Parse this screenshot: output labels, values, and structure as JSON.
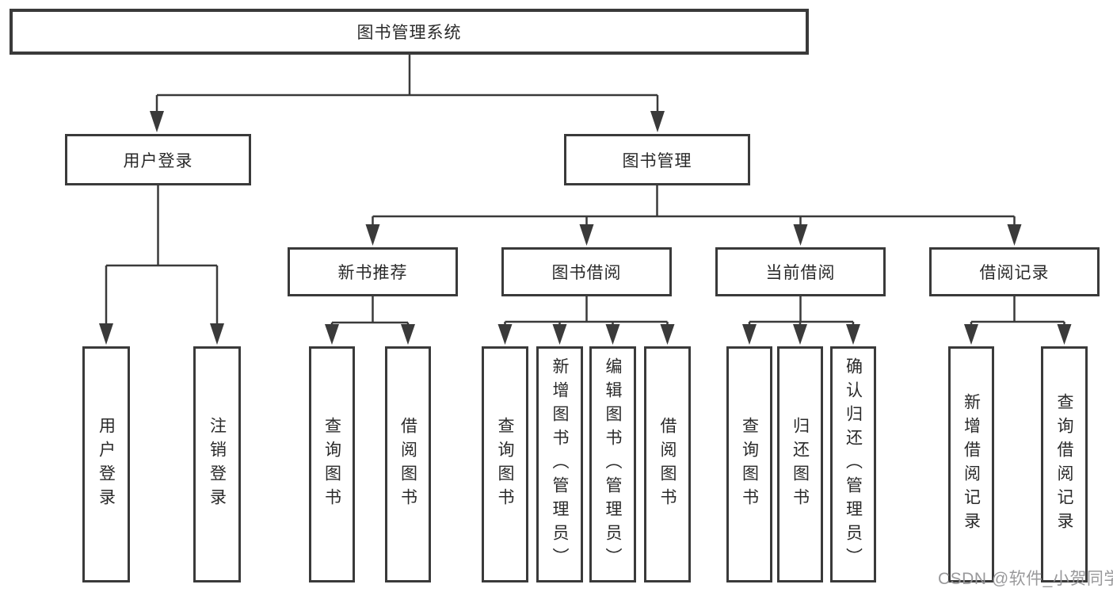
{
  "diagram": {
    "root": {
      "label": "图书管理系统"
    },
    "level2": [
      {
        "label": "用户登录"
      },
      {
        "label": "图书管理"
      }
    ],
    "level3": [
      {
        "label": "新书推荐",
        "parent": "图书管理"
      },
      {
        "label": "图书借阅",
        "parent": "图书管理"
      },
      {
        "label": "当前借阅",
        "parent": "图书管理"
      },
      {
        "label": "借阅记录",
        "parent": "图书管理"
      }
    ],
    "leaves": [
      {
        "label": "用户登录",
        "parent": "用户登录"
      },
      {
        "label": "注销登录",
        "parent": "用户登录"
      },
      {
        "label": "查询图书",
        "parent": "新书推荐"
      },
      {
        "label": "借阅图书",
        "parent": "新书推荐"
      },
      {
        "label": "查询图书",
        "parent": "图书借阅"
      },
      {
        "label": "新增图书（管理员）",
        "parent": "图书借阅"
      },
      {
        "label": "编辑图书（管理员）",
        "parent": "图书借阅"
      },
      {
        "label": "借阅图书",
        "parent": "图书借阅"
      },
      {
        "label": "查询图书",
        "parent": "当前借阅"
      },
      {
        "label": "归还图书",
        "parent": "当前借阅"
      },
      {
        "label": "确认归还（管理员）",
        "parent": "当前借阅"
      },
      {
        "label": "新增借阅记录",
        "parent": "借阅记录"
      },
      {
        "label": "查询借阅记录",
        "parent": "借阅记录"
      }
    ],
    "colors": {
      "line": "#3a3a3a",
      "text": "#2a2a2a",
      "box_background": "#ffffff",
      "watermark": "#949496"
    }
  },
  "watermark": {
    "text": "CSDN @软件_小贺同学"
  }
}
